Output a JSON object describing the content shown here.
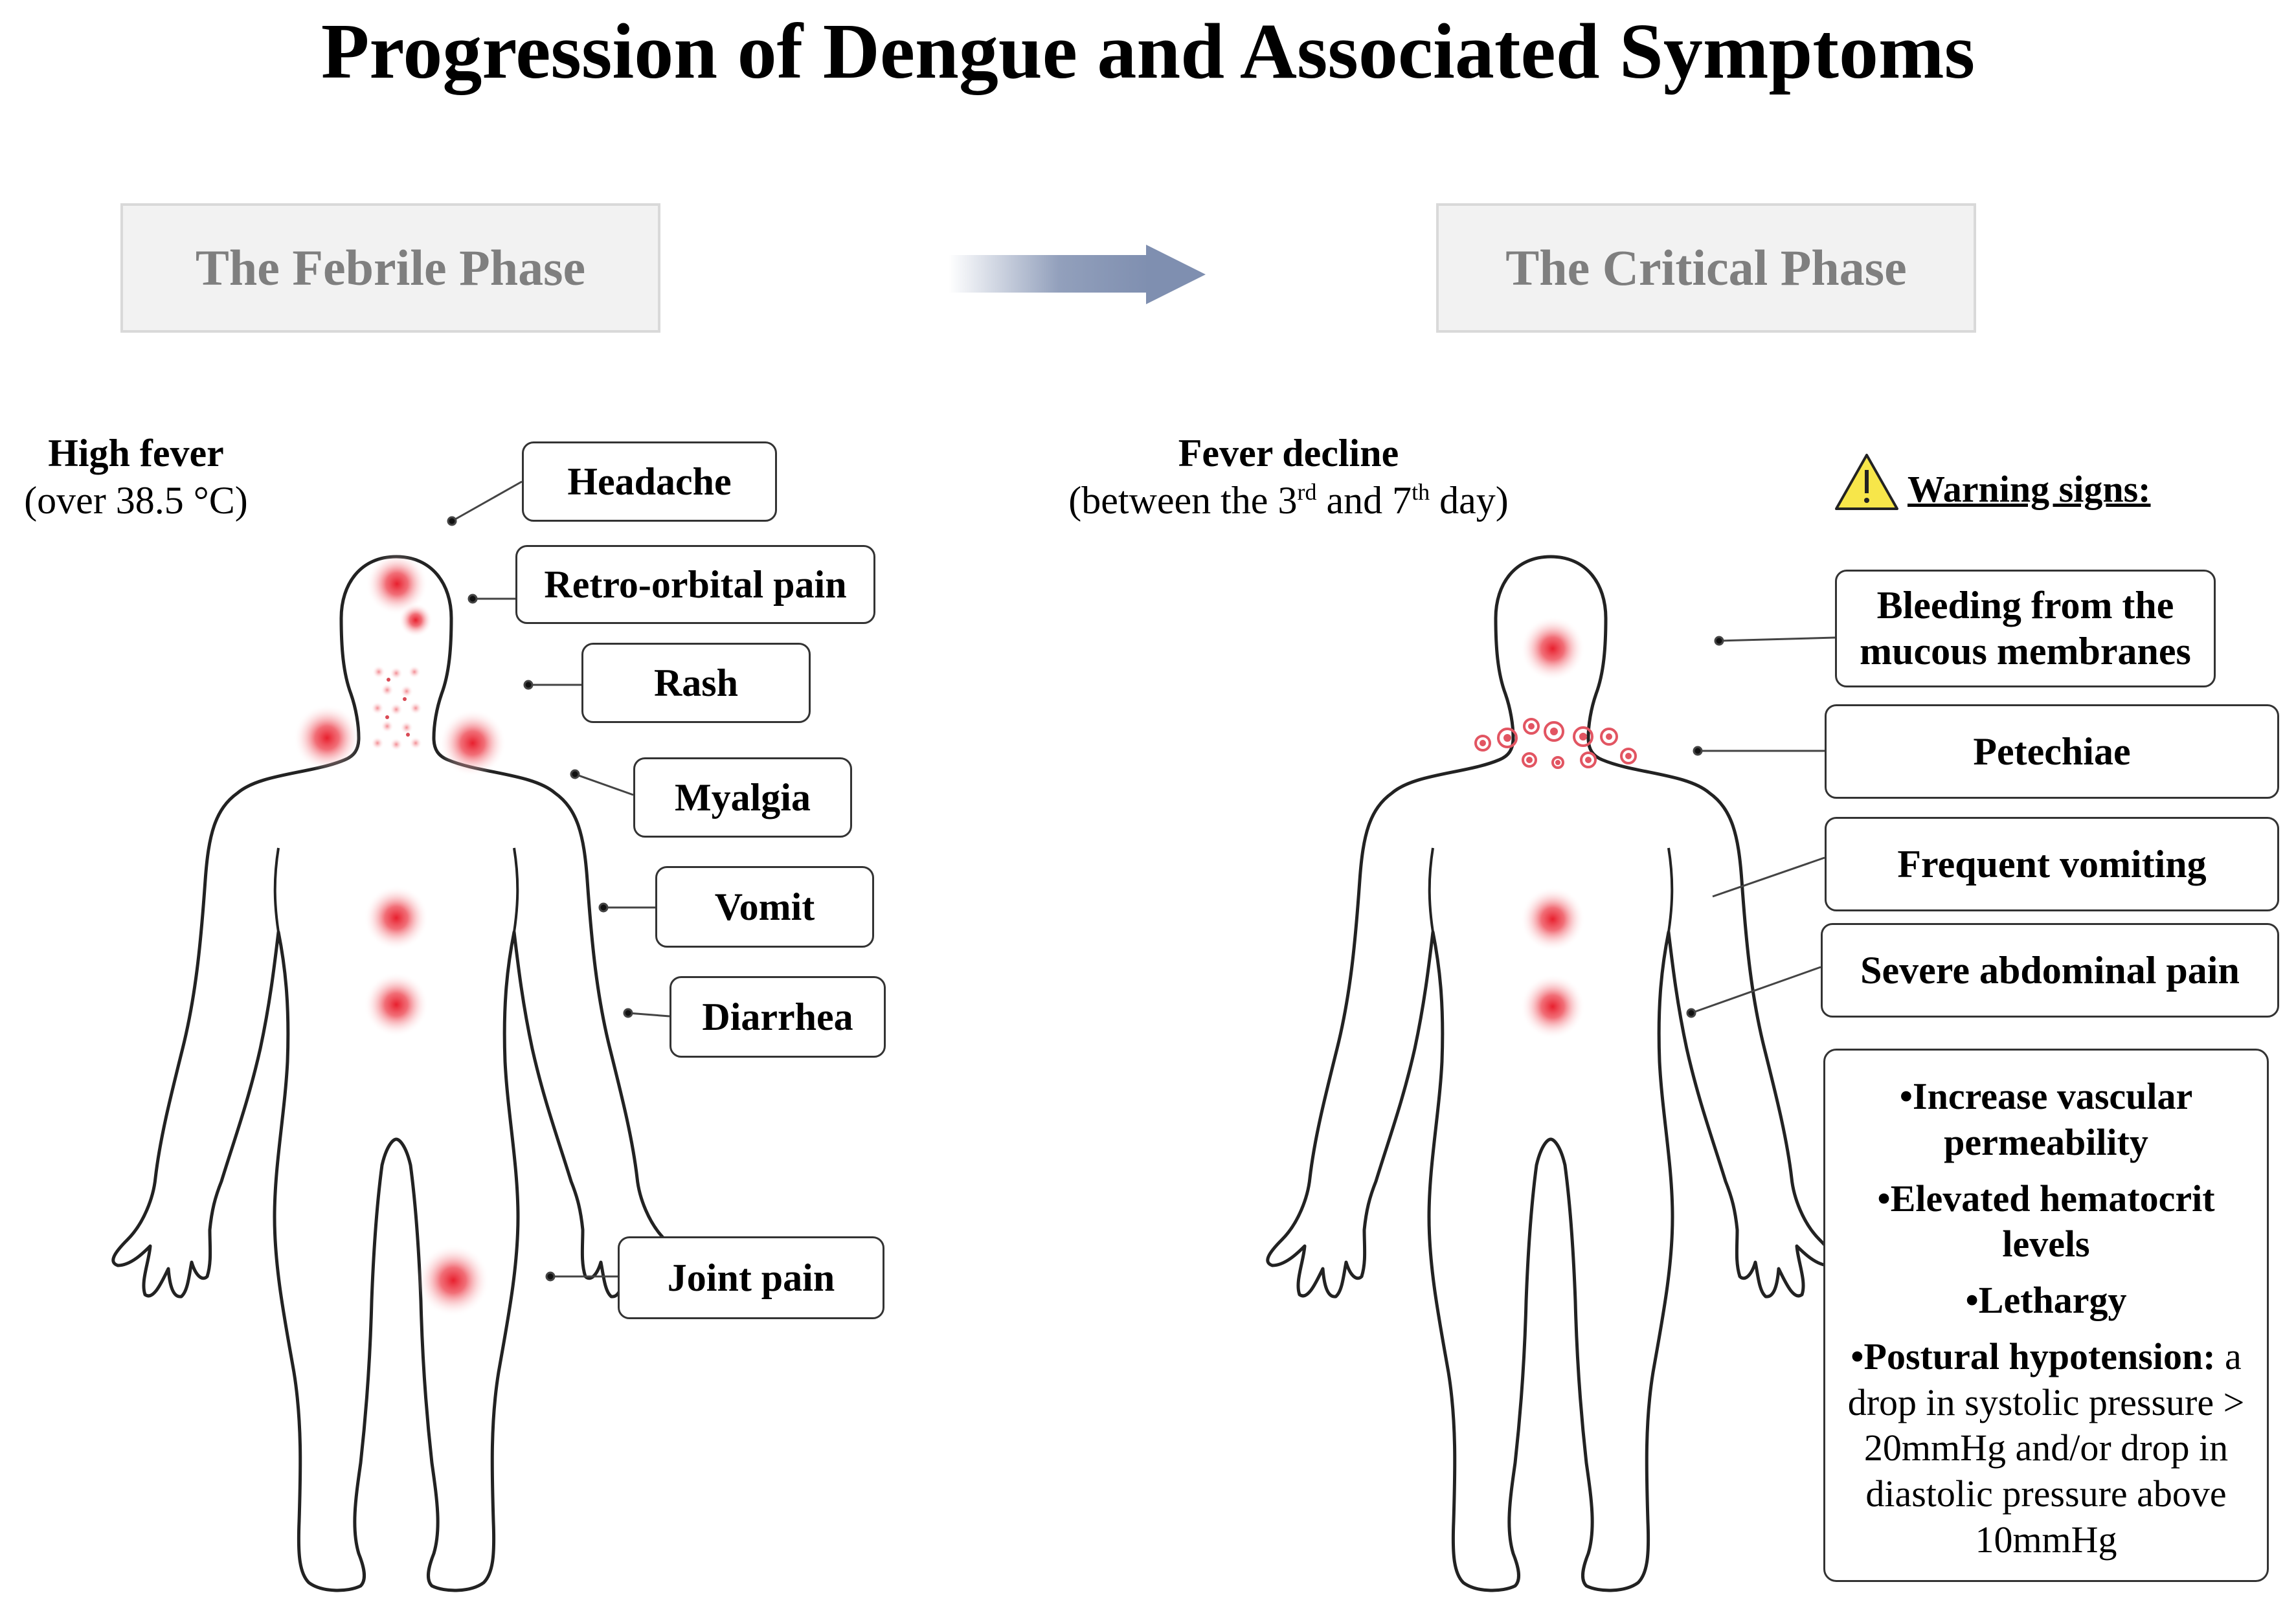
{
  "title": "Progression of Dengue and Associated Symptoms",
  "phases": {
    "left": "The Febrile Phase",
    "right": "The Critical Phase"
  },
  "febrile": {
    "fever_title": "High fever",
    "fever_detail": "(over 38.5 °C)",
    "symptoms": [
      "Headache",
      "Retro-orbital pain",
      "Rash",
      "Myalgia",
      "Vomit",
      "Diarrhea",
      "Joint pain"
    ]
  },
  "critical": {
    "fever_title": "Fever decline",
    "fever_pre": "(between the 3",
    "fever_sup1": "rd",
    "fever_mid": " and 7",
    "fever_sup2": "th",
    "fever_post": " day)",
    "warning_title": "Warning signs:",
    "signs": [
      "Bleeding from the mucous membranes",
      "Petechiae",
      "Frequent vomiting",
      "Severe abdominal pain"
    ],
    "list": {
      "item1": "•Increase vascular permeability",
      "item2": "•Elevated hematocrit levels",
      "item3": "•Lethargy",
      "item4_bold": "•Postural hypotension:",
      "item4_rest": " a drop in systolic pressure > 20mmHg and/or drop in diastolic pressure above 10mmHg"
    }
  },
  "colors": {
    "phase_text": "#7f7f7f",
    "phase_bg": "#f2f2f2",
    "arrow": "#7f8fb0",
    "pain_spot": "#e8202e",
    "warning_fill": "#f7e64a"
  },
  "icons": {
    "warning": "warning-triangle-icon",
    "arrow": "right-arrow-icon"
  }
}
